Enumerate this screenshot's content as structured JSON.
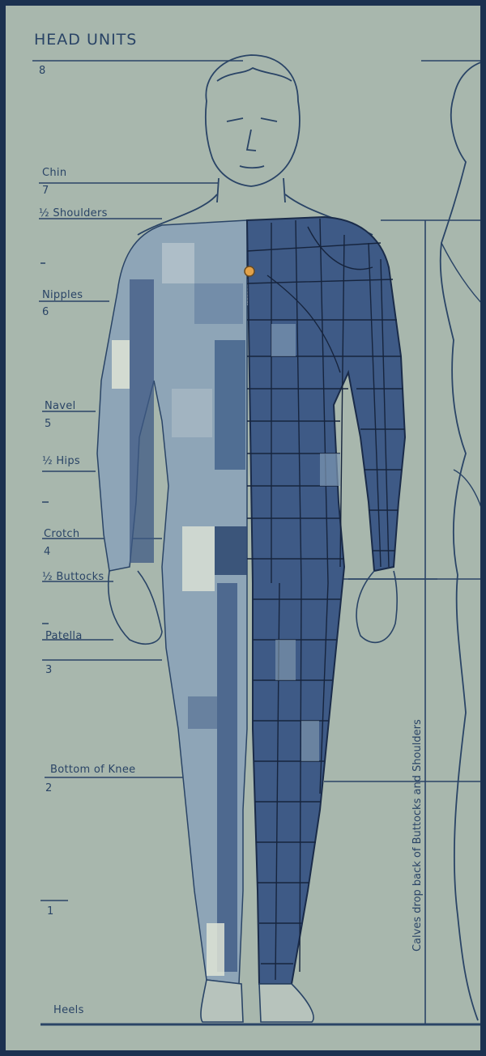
{
  "sheet": {
    "title": "HEAD UNITS",
    "side_note": "Calves drop back of Buttocks and Shoulders",
    "colors": {
      "paper": "#a8b7ad",
      "ink": "#2a4466",
      "frame": "#1c3150",
      "mesh_dark": "#2d4670",
      "mesh_light": "#8ea5b7",
      "vertex": "#e2a24a"
    }
  },
  "head_units": [
    {
      "label": "",
      "unit": "8"
    },
    {
      "label": "Chin",
      "unit": "7"
    },
    {
      "label": "½ Shoulders",
      "unit": ""
    },
    {
      "label": "Nipples",
      "unit": "6"
    },
    {
      "label": "Navel",
      "unit": "5"
    },
    {
      "label": "½ Hips",
      "unit": ""
    },
    {
      "label": "Crotch",
      "unit": "4"
    },
    {
      "label": "½ Buttocks",
      "unit": ""
    },
    {
      "label": "Patella",
      "unit": "3"
    },
    {
      "label": "Bottom of Knee",
      "unit": "2"
    },
    {
      "label": "",
      "unit": "1"
    },
    {
      "label": "Heels",
      "unit": ""
    }
  ]
}
